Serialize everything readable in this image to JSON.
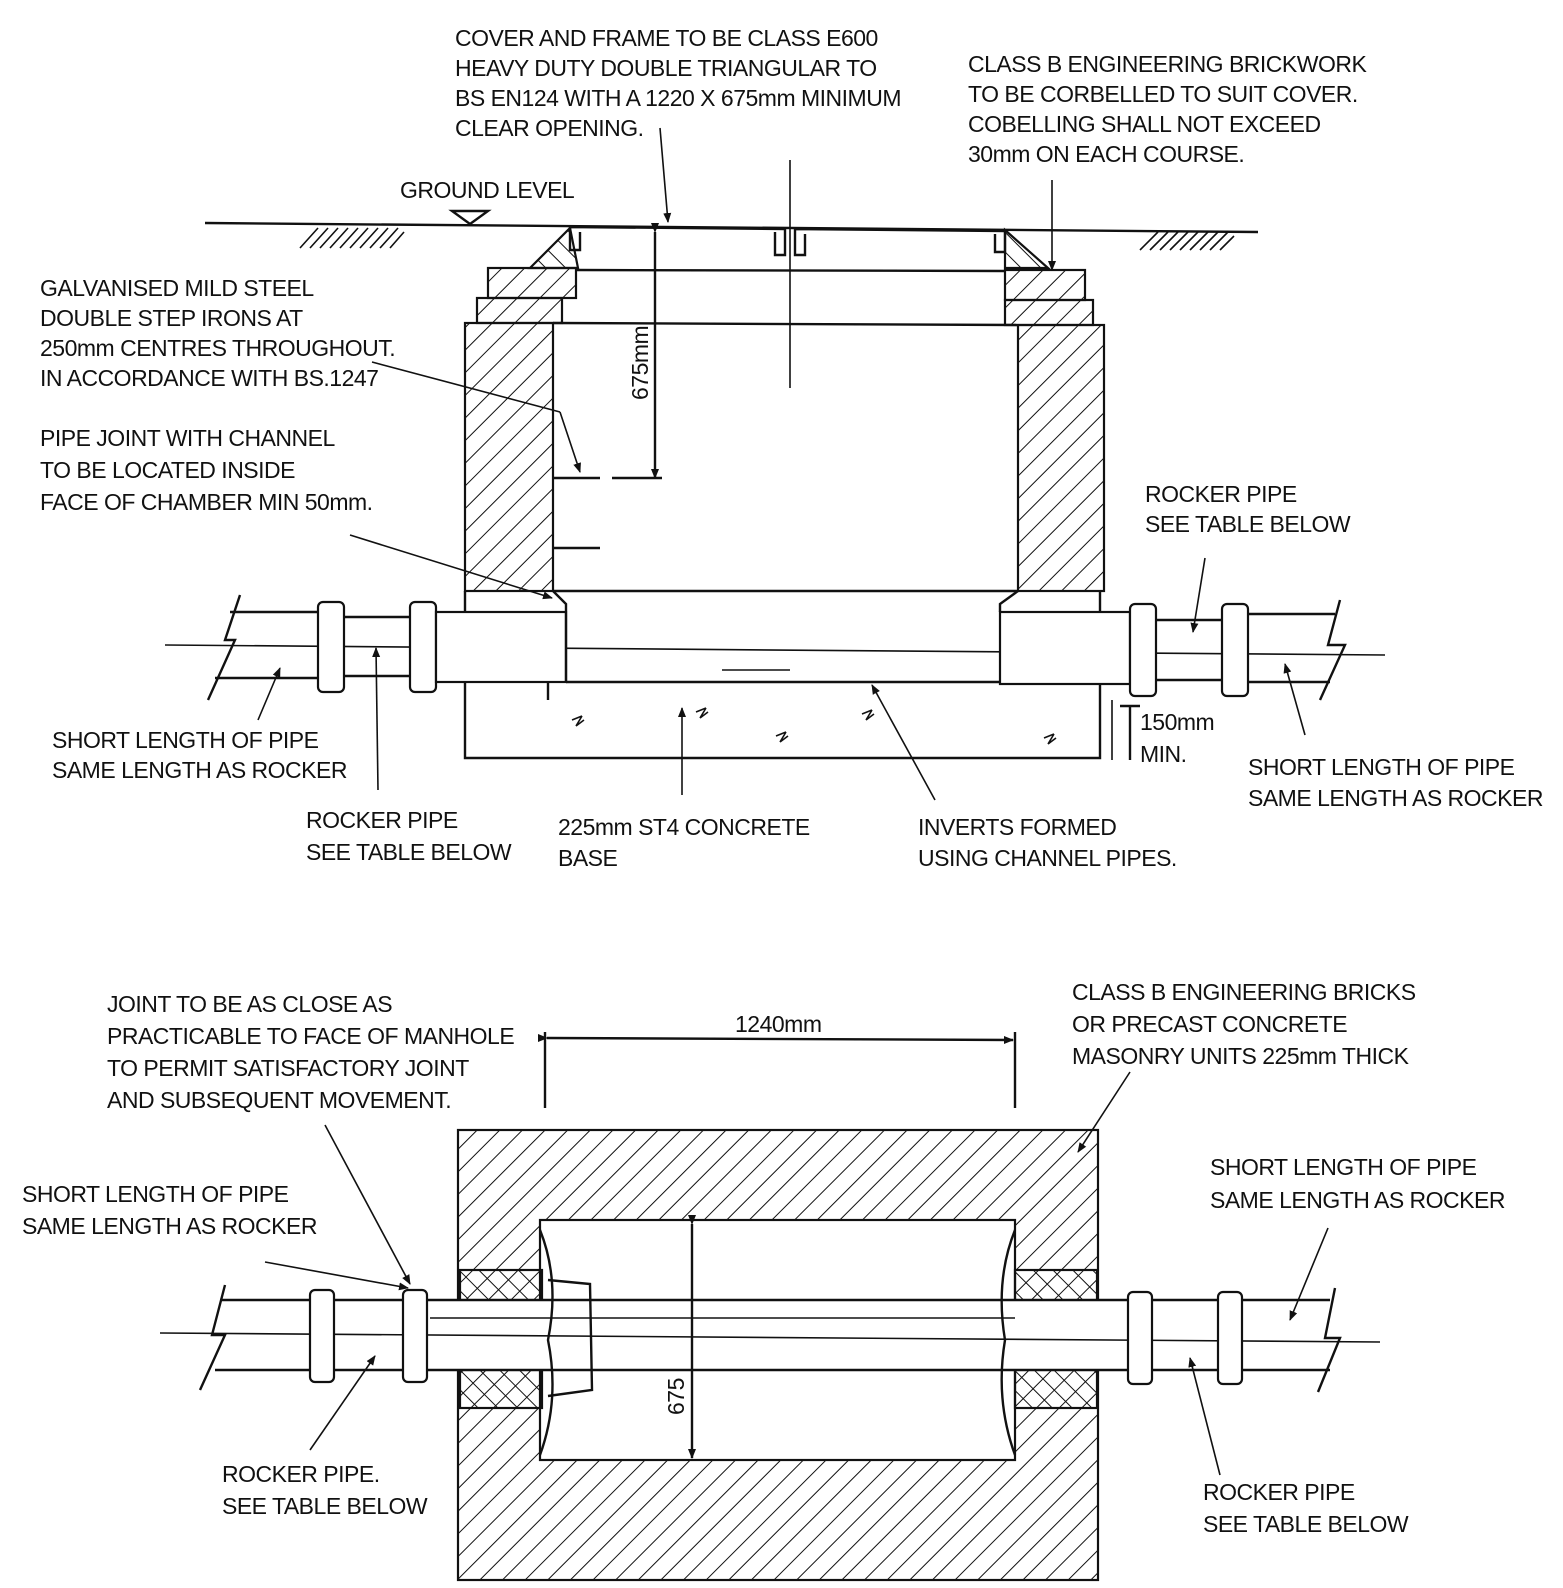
{
  "section_labels": {
    "cover_frame": [
      "COVER AND FRAME TO BE CLASS E600",
      "HEAVY DUTY DOUBLE TRIANGULAR TO",
      "BS EN124 WITH A 1220 X 675mm MINIMUM",
      "CLEAR OPENING."
    ],
    "brickwork": [
      "CLASS B ENGINEERING BRICKWORK",
      "TO BE CORBELLED TO SUIT COVER.",
      "COBELLING SHALL NOT EXCEED",
      "30mm ON EACH COURSE."
    ],
    "ground_level": "GROUND LEVEL",
    "step_irons": [
      "GALVANISED MILD STEEL",
      "DOUBLE STEP IRONS AT",
      "250mm CENTRES THROUGHOUT.",
      "IN ACCORDANCE WITH BS.1247"
    ],
    "pipe_joint": [
      "PIPE JOINT WITH CHANNEL",
      "TO BE LOCATED INSIDE",
      "FACE OF CHAMBER MIN 50mm."
    ],
    "rocker_right": [
      "ROCKER PIPE",
      "SEE TABLE BELOW"
    ],
    "dim_675": "675mm",
    "dim_150": [
      "150mm",
      "MIN."
    ],
    "short_left": [
      "SHORT LENGTH OF PIPE",
      "SAME LENGTH AS ROCKER"
    ],
    "short_right": [
      "SHORT LENGTH OF PIPE",
      "SAME LENGTH AS ROCKER"
    ],
    "rocker_bottom": [
      "ROCKER PIPE",
      "SEE TABLE BELOW"
    ],
    "base": [
      "225mm ST4 CONCRETE",
      "BASE"
    ],
    "inverts": [
      "INVERTS FORMED",
      "USING CHANNEL PIPES."
    ]
  },
  "plan_labels": {
    "joint": [
      "JOINT TO BE AS CLOSE AS",
      "PRACTICABLE TO FACE OF MANHOLE",
      "TO PERMIT SATISFACTORY JOINT",
      "AND SUBSEQUENT MOVEMENT."
    ],
    "bricks": [
      "CLASS B ENGINEERING  BRICKS",
      "OR PRECAST  CONCRETE",
      "MASONRY UNITS 225mm THICK"
    ],
    "dim_1240": "1240mm",
    "short_left": [
      "SHORT LENGTH OF PIPE",
      "SAME LENGTH AS ROCKER"
    ],
    "short_right": [
      "SHORT LENGTH OF PIPE",
      "SAME LENGTH AS ROCKER"
    ],
    "dim_675": "675",
    "rocker_left": [
      "ROCKER PIPE.",
      "SEE TABLE BELOW"
    ],
    "rocker_right": [
      "ROCKER PIPE",
      "SEE TABLE BELOW"
    ]
  }
}
